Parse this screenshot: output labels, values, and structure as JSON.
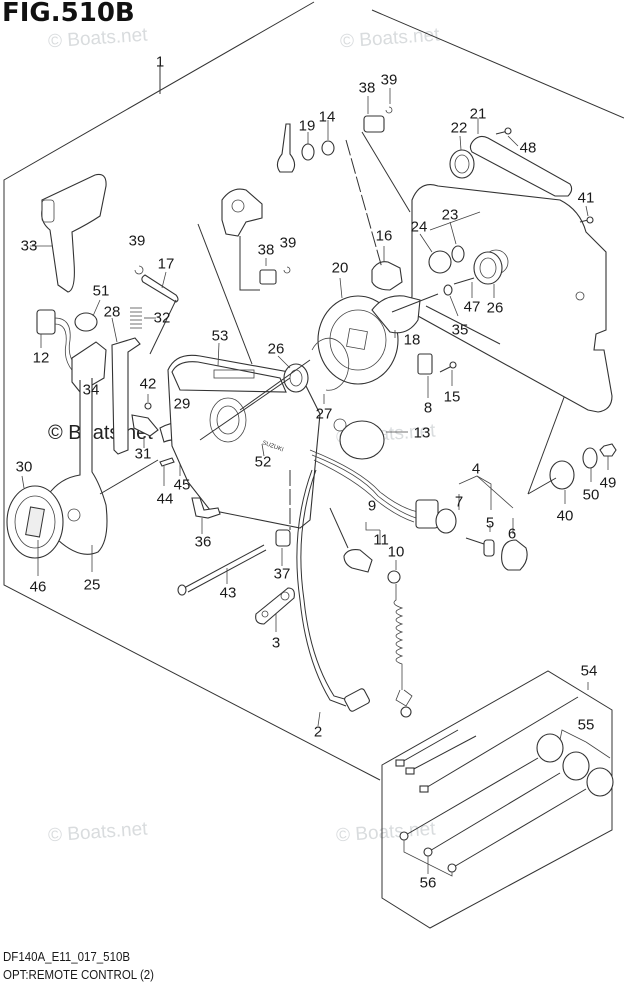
{
  "figure": {
    "title": "FIG.510B",
    "code": "DF140A_E11_017_510B",
    "caption": "OPT:REMOTE CONTROL (2)"
  },
  "watermarks": [
    {
      "id": "wm-top-left",
      "text": "© Boats.net"
    },
    {
      "id": "wm-top-right",
      "text": "© Boats.net"
    },
    {
      "id": "wm-middle",
      "text": "© Boats.net"
    },
    {
      "id": "wm-ctr",
      "text": "© Boats.net"
    },
    {
      "id": "wm-bottom-left",
      "text": "© Boats.net"
    },
    {
      "id": "wm-bottom-right",
      "text": "© Boats.net"
    }
  ],
  "callouts": [
    {
      "id": "1",
      "text": "1",
      "part": "remote-control-assembly"
    },
    {
      "id": "2",
      "text": "2",
      "part": "wire-harness"
    },
    {
      "id": "3",
      "text": "3",
      "part": "plate"
    },
    {
      "id": "4",
      "text": "4",
      "part": "ignition-switch-set"
    },
    {
      "id": "5",
      "text": "5",
      "part": "key"
    },
    {
      "id": "6",
      "text": "6",
      "part": "switch-cover"
    },
    {
      "id": "7",
      "text": "7",
      "part": "ignition-switch"
    },
    {
      "id": "8",
      "text": "8",
      "part": "neutral-switch"
    },
    {
      "id": "9",
      "text": "9",
      "part": "emergency-stop-switch-set"
    },
    {
      "id": "10",
      "text": "10",
      "part": "lanyard"
    },
    {
      "id": "11",
      "text": "11",
      "part": "stop-switch"
    },
    {
      "id": "12",
      "text": "12",
      "part": "trim-switch"
    },
    {
      "id": "13",
      "text": "13",
      "part": "buzzer"
    },
    {
      "id": "14",
      "text": "14",
      "part": "washer"
    },
    {
      "id": "15",
      "text": "15",
      "part": "screw"
    },
    {
      "id": "16",
      "text": "16",
      "part": "cam"
    },
    {
      "id": "17",
      "text": "17",
      "part": "pin"
    },
    {
      "id": "18",
      "text": "18",
      "part": "lever"
    },
    {
      "id": "19",
      "text": "19",
      "part": "bushing"
    },
    {
      "id": "20",
      "text": "20",
      "part": "gear"
    },
    {
      "id": "21",
      "text": "21",
      "part": "throttle-lever"
    },
    {
      "id": "22",
      "text": "22",
      "part": "seal"
    },
    {
      "id": "23",
      "text": "23",
      "part": "o-ring"
    },
    {
      "id": "24",
      "text": "24",
      "part": "detent"
    },
    {
      "id": "25",
      "text": "25",
      "part": "control-lever"
    },
    {
      "id": "26a",
      "text": "26",
      "part": "bushing-left"
    },
    {
      "id": "26b",
      "text": "26",
      "part": "bushing-right"
    },
    {
      "id": "27",
      "text": "27",
      "part": "spring"
    },
    {
      "id": "28",
      "text": "28",
      "part": "neutral-lock-lever"
    },
    {
      "id": "29",
      "text": "29",
      "part": "friction-plate"
    },
    {
      "id": "30",
      "text": "30",
      "part": "hub-cap"
    },
    {
      "id": "31",
      "text": "31",
      "part": "link"
    },
    {
      "id": "32",
      "text": "32",
      "part": "spring"
    },
    {
      "id": "33",
      "text": "33",
      "part": "grip"
    },
    {
      "id": "34",
      "text": "34",
      "part": "cover"
    },
    {
      "id": "35",
      "text": "35",
      "part": "washer"
    },
    {
      "id": "36",
      "text": "36",
      "part": "bracket"
    },
    {
      "id": "37",
      "text": "37",
      "part": "clip"
    },
    {
      "id": "38a",
      "text": "38",
      "part": "cable-end-top"
    },
    {
      "id": "38b",
      "text": "38",
      "part": "cable-end-mid"
    },
    {
      "id": "39a",
      "text": "39",
      "part": "e-ring-top"
    },
    {
      "id": "39b",
      "text": "39",
      "part": "e-ring-mid"
    },
    {
      "id": "39c",
      "text": "39",
      "part": "e-ring-left"
    },
    {
      "id": "40",
      "text": "40",
      "part": "rubber-cushion"
    },
    {
      "id": "41",
      "text": "41",
      "part": "screw"
    },
    {
      "id": "42",
      "text": "42",
      "part": "screw"
    },
    {
      "id": "43",
      "text": "43",
      "part": "bolt"
    },
    {
      "id": "44",
      "text": "44",
      "part": "screw"
    },
    {
      "id": "45",
      "text": "45",
      "part": "washer"
    },
    {
      "id": "46",
      "text": "46",
      "part": "emblem"
    },
    {
      "id": "47",
      "text": "47",
      "part": "bolt"
    },
    {
      "id": "48",
      "text": "48",
      "part": "screw"
    },
    {
      "id": "49",
      "text": "49",
      "part": "nut"
    },
    {
      "id": "50",
      "text": "50",
      "part": "washer"
    },
    {
      "id": "51",
      "text": "51",
      "part": "washer"
    },
    {
      "id": "52",
      "text": "52",
      "part": "housing"
    },
    {
      "id": "53",
      "text": "53",
      "part": "cover"
    },
    {
      "id": "54",
      "text": "54",
      "part": "fitting-kit"
    },
    {
      "id": "55",
      "text": "55",
      "part": "spacer"
    },
    {
      "id": "56",
      "text": "56",
      "part": "long-screw"
    }
  ],
  "housing_brand": "SUZUKI"
}
